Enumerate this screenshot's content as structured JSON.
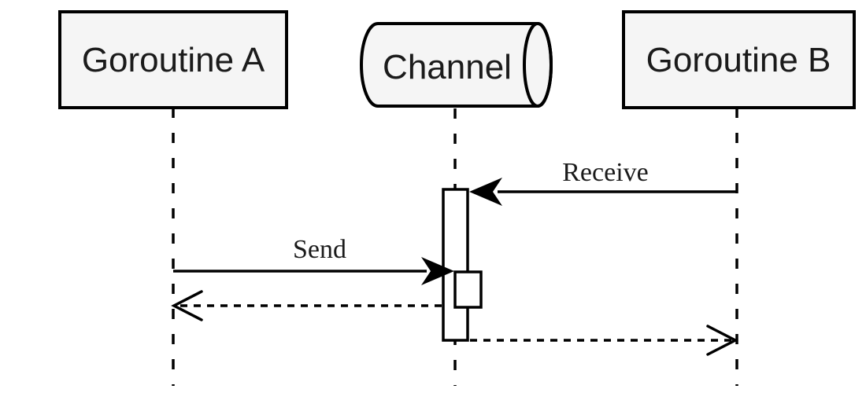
{
  "diagram": {
    "type": "uml-sequence",
    "participants": [
      {
        "id": "goroutine-a",
        "label": "Goroutine A",
        "shape": "rectangle"
      },
      {
        "id": "channel",
        "label": "Channel",
        "shape": "cylinder"
      },
      {
        "id": "goroutine-b",
        "label": "Goroutine B",
        "shape": "rectangle"
      }
    ],
    "messages": [
      {
        "label": "Receive",
        "from": "Goroutine B",
        "to": "Channel",
        "line": "solid",
        "arrowhead": "filled"
      },
      {
        "label": "Send",
        "from": "Goroutine A",
        "to": "Channel",
        "line": "solid",
        "arrowhead": "filled"
      },
      {
        "label": "",
        "from": "Channel",
        "to": "Goroutine A",
        "line": "dashed",
        "arrowhead": "open"
      },
      {
        "label": "",
        "from": "Channel",
        "to": "Goroutine B",
        "line": "dashed",
        "arrowhead": "open"
      }
    ],
    "activations": [
      {
        "participant": "Channel",
        "nested": false
      },
      {
        "participant": "Channel",
        "nested": true
      }
    ],
    "colors": {
      "background": "#ffffff",
      "stroke": "#000000",
      "participant_fill": "#f5f5f5",
      "activation_fill": "#ffffff"
    }
  }
}
